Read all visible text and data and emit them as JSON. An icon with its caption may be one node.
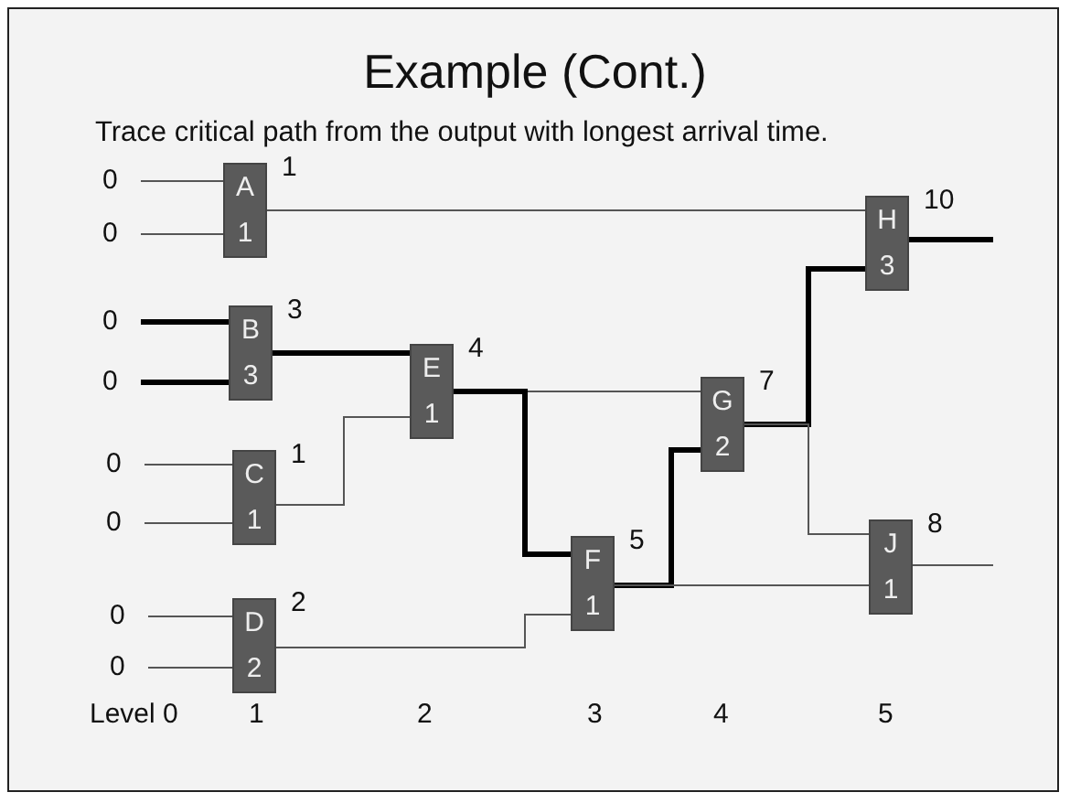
{
  "diagram": {
    "title": "Example (Cont.)",
    "nodes": [
      {
        "text": [
          "A",
          "1"
        ],
        "beside": [
          "1"
        ]
      },
      {
        "text": [
          "B",
          "3"
        ],
        "beside": [
          "3"
        ]
      },
      {
        "text": [
          "C",
          "1"
        ],
        "beside": [
          "1"
        ]
      },
      {
        "text": [
          "D",
          "2"
        ],
        "beside": [
          "2"
        ]
      },
      {
        "text": [
          "E",
          "1"
        ],
        "beside": [
          "4"
        ]
      },
      {
        "text": [
          "F",
          "1"
        ],
        "beside": [
          "5"
        ]
      },
      {
        "text": [
          "G",
          "2"
        ],
        "beside": [
          "7"
        ]
      },
      {
        "text": [
          "H",
          "3"
        ],
        "beside": [
          "10"
        ]
      },
      {
        "text": [
          "J",
          "1"
        ],
        "beside": [
          "8"
        ]
      },
      {
        "text": [
          "0"
        ]
      },
      {
        "text": [
          "0"
        ]
      },
      {
        "text": [
          "0"
        ]
      },
      {
        "text": [
          "0"
        ]
      },
      {
        "text": [
          "0"
        ]
      },
      {
        "text": [
          "0"
        ]
      },
      {
        "text": [
          "0"
        ]
      },
      {
        "text": [
          "0"
        ]
      }
    ],
    "edges": [
      {
        "from": 9,
        "to": 0,
        "arrow": "none"
      },
      {
        "from": 10,
        "to": 0,
        "arrow": "none"
      },
      {
        "from": 11,
        "to": 1,
        "arrow": "none",
        "style": "thick"
      },
      {
        "from": 12,
        "to": 1,
        "arrow": "none",
        "style": "thick"
      },
      {
        "from": 13,
        "to": 2,
        "arrow": "none"
      },
      {
        "from": 14,
        "to": 2,
        "arrow": "none"
      },
      {
        "from": 15,
        "to": 3,
        "arrow": "none"
      },
      {
        "from": 16,
        "to": 3,
        "arrow": "none"
      },
      {
        "from": 0,
        "to": 7,
        "arrow": "none"
      },
      {
        "from": 1,
        "to": 4,
        "arrow": "none",
        "style": "thick"
      },
      {
        "from": 2,
        "to": 4,
        "arrow": "none"
      },
      {
        "from": 4,
        "to": 6,
        "arrow": "none"
      },
      {
        "from": 4,
        "to": 5,
        "arrow": "none",
        "style": "thick"
      },
      {
        "from": 3,
        "to": 5,
        "arrow": "none"
      },
      {
        "from": 5,
        "to": 6,
        "arrow": "none",
        "style": "thick"
      },
      {
        "from": 5,
        "to": 8,
        "arrow": "none"
      },
      {
        "from": 6,
        "to": 7,
        "arrow": "none",
        "style": "thick"
      },
      {
        "from": 6,
        "to": 8,
        "arrow": "none"
      },
      {
        "from": 7,
        "to": null,
        "arrow": "none",
        "style": "thick"
      },
      {
        "from": 8,
        "to": null,
        "arrow": "none"
      }
    ],
    "labels": [
      "Trace critical path from the output with longest arrival time.",
      "Level 0",
      "1",
      "2",
      "3",
      "4",
      "5"
    ]
  }
}
